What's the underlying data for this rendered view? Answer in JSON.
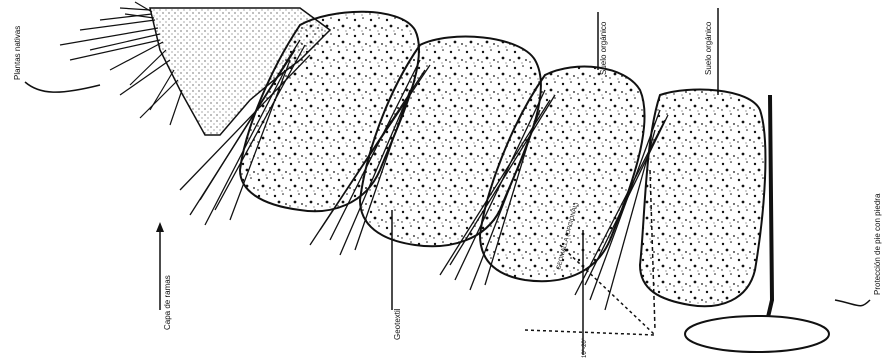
{
  "labels": {
    "plantas_nativas": "Plantas nativas",
    "suelo_organico_1": "Suelo orgánico",
    "suelo_organico_2": "Suelo orgánico",
    "proteccion": "Protección de pie con piedra",
    "capa_de_ramas": "Capa de ramas",
    "geomalla": "GEOMALLA (OPCIONAL)",
    "geotextil": "Geotextil",
    "pendiente": "10°-20°"
  },
  "colors": {
    "ink": "#111111",
    "paper": "#ffffff"
  }
}
